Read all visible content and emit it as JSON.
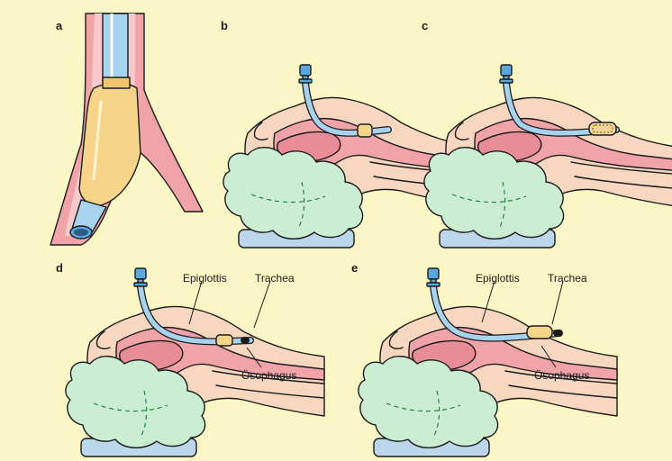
{
  "panels": {
    "a": "a",
    "b": "b",
    "c": "c",
    "d": "d",
    "e": "e"
  },
  "labels": {
    "epiglottis": "Epiglottis",
    "trachea": "Trachea",
    "esophagus": "Ösophagus"
  },
  "colors": {
    "background": "#fbf6c5",
    "skin": "#f7d7bf",
    "tissue_pink": "#f1a4a8",
    "tube_blue": "#a8d3ee",
    "cuff_yellow": "#f6d58a",
    "pillow_green": "#cbeed3",
    "pad_blue": "#bcd6ec",
    "outline": "#1b1b1b"
  }
}
